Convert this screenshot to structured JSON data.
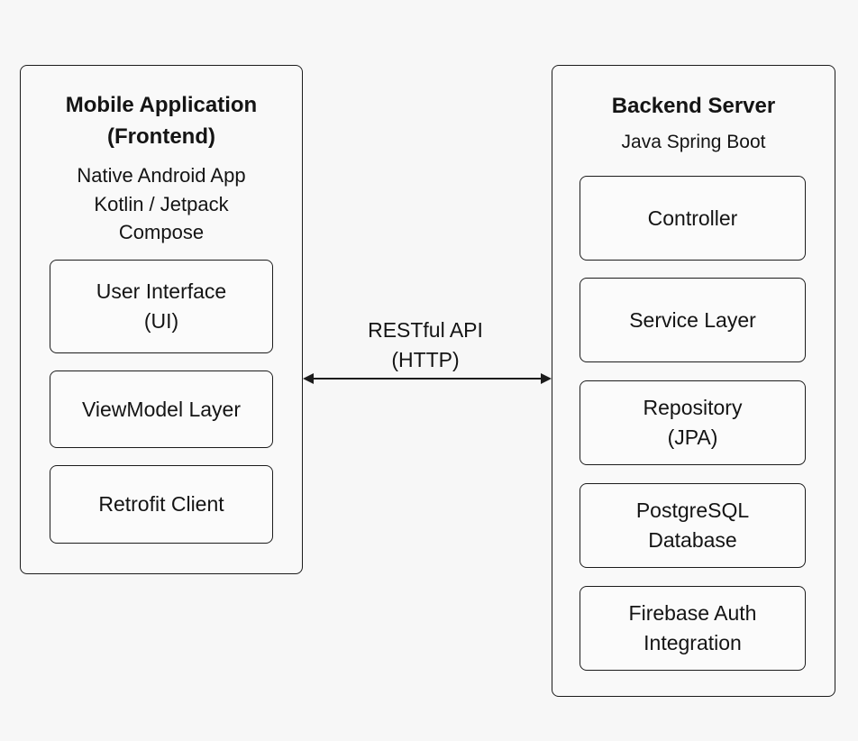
{
  "mobile": {
    "title": "Mobile Application\n(Frontend)",
    "subtitle": "Native Android App\nKotlin / Jetpack\nCompose",
    "components": [
      {
        "label": "User Interface\n(UI)"
      },
      {
        "label": "ViewModel Layer"
      },
      {
        "label": "Retrofit Client"
      }
    ]
  },
  "connection": {
    "label": "RESTful API\n(HTTP)"
  },
  "backend": {
    "title": "Backend Server",
    "subtitle": "Java Spring Boot",
    "components": [
      {
        "label": "Controller"
      },
      {
        "label": "Service Layer"
      },
      {
        "label": "Repository\n(JPA)"
      },
      {
        "label": "PostgreSQL\nDatabase"
      },
      {
        "label": "Firebase Auth\nIntegration"
      }
    ]
  },
  "colors": {
    "background": "#f7f7f7",
    "stroke": "#1c1c1c",
    "text": "#141414"
  }
}
